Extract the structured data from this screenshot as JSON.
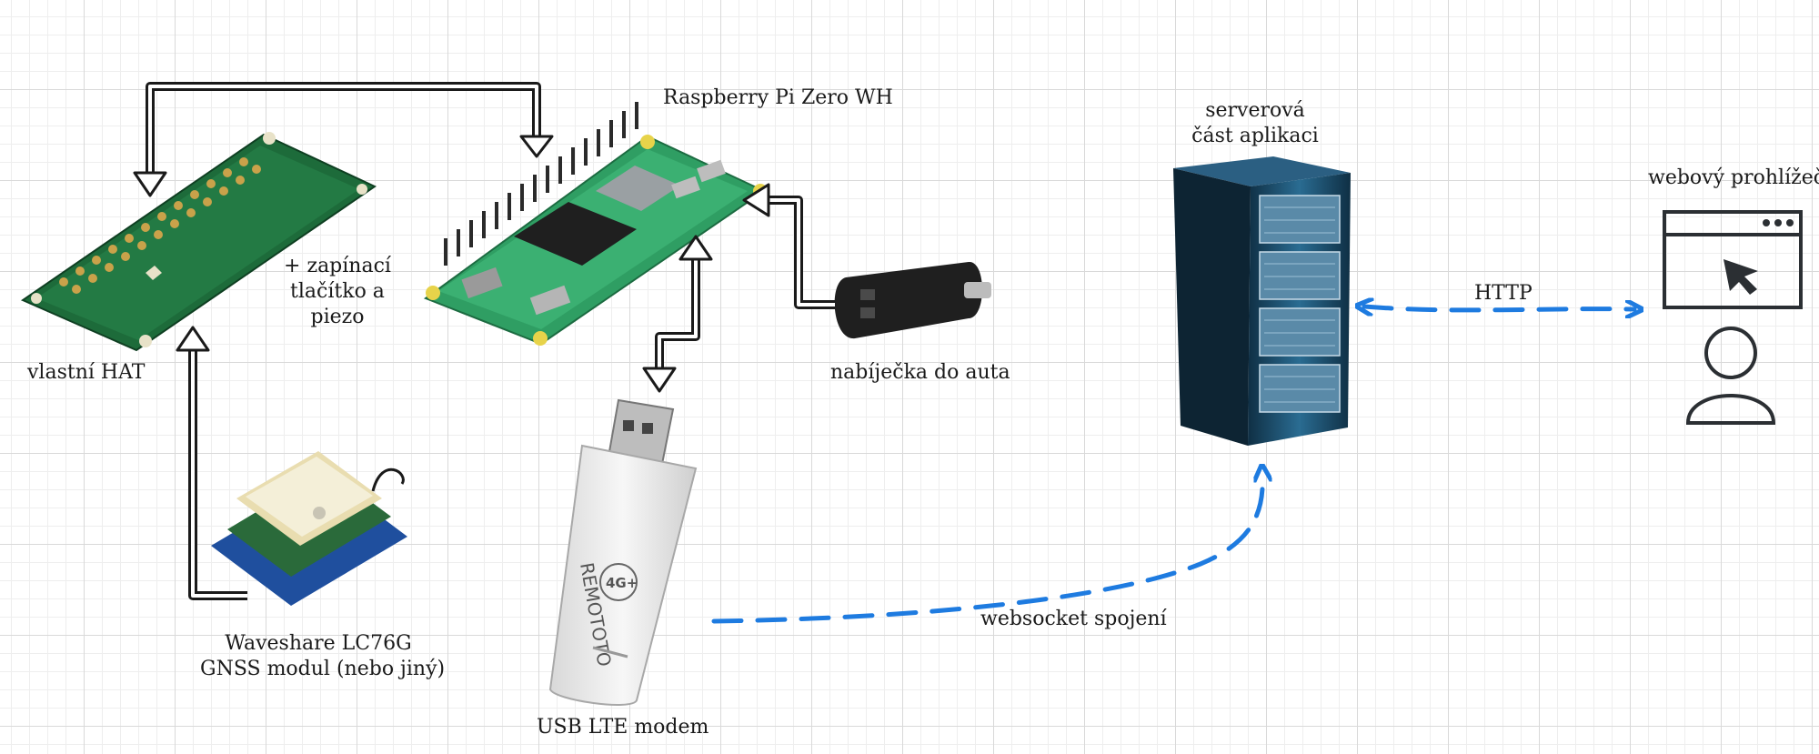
{
  "labels": {
    "hat": "vlastní HAT",
    "button_piezo": [
      "+ zapínací",
      "tlačítko a",
      "piezo"
    ],
    "rpi": "Raspberry Pi Zero WH",
    "gnss": [
      "Waveshare LC76G",
      "GNSS modul (nebo jiný)"
    ],
    "charger": "nabíječka do auta",
    "modem": "USB LTE modem",
    "server": [
      "serverová",
      "část aplikaci"
    ],
    "browser": "webový prohlížeč",
    "http": "HTTP",
    "websocket": "websocket spojení"
  },
  "icons": {
    "hat": "pcb-board-icon",
    "rpi": "raspberry-pi-icon",
    "gnss": "gnss-antenna-icon",
    "charger": "car-charger-icon",
    "modem": "usb-modem-icon",
    "server": "server-rack-icon",
    "browser": "browser-window-icon",
    "user": "user-icon"
  },
  "modem_text": {
    "brand": "REMOTOTO",
    "net": "4G+"
  },
  "colors": {
    "connector_dark": "#1a1a1a",
    "network_blue": "#1e7be0",
    "pcb_green": "#1d6b3a",
    "rpi_green": "#2f9e63",
    "server_blue": "#1d4f6e"
  }
}
